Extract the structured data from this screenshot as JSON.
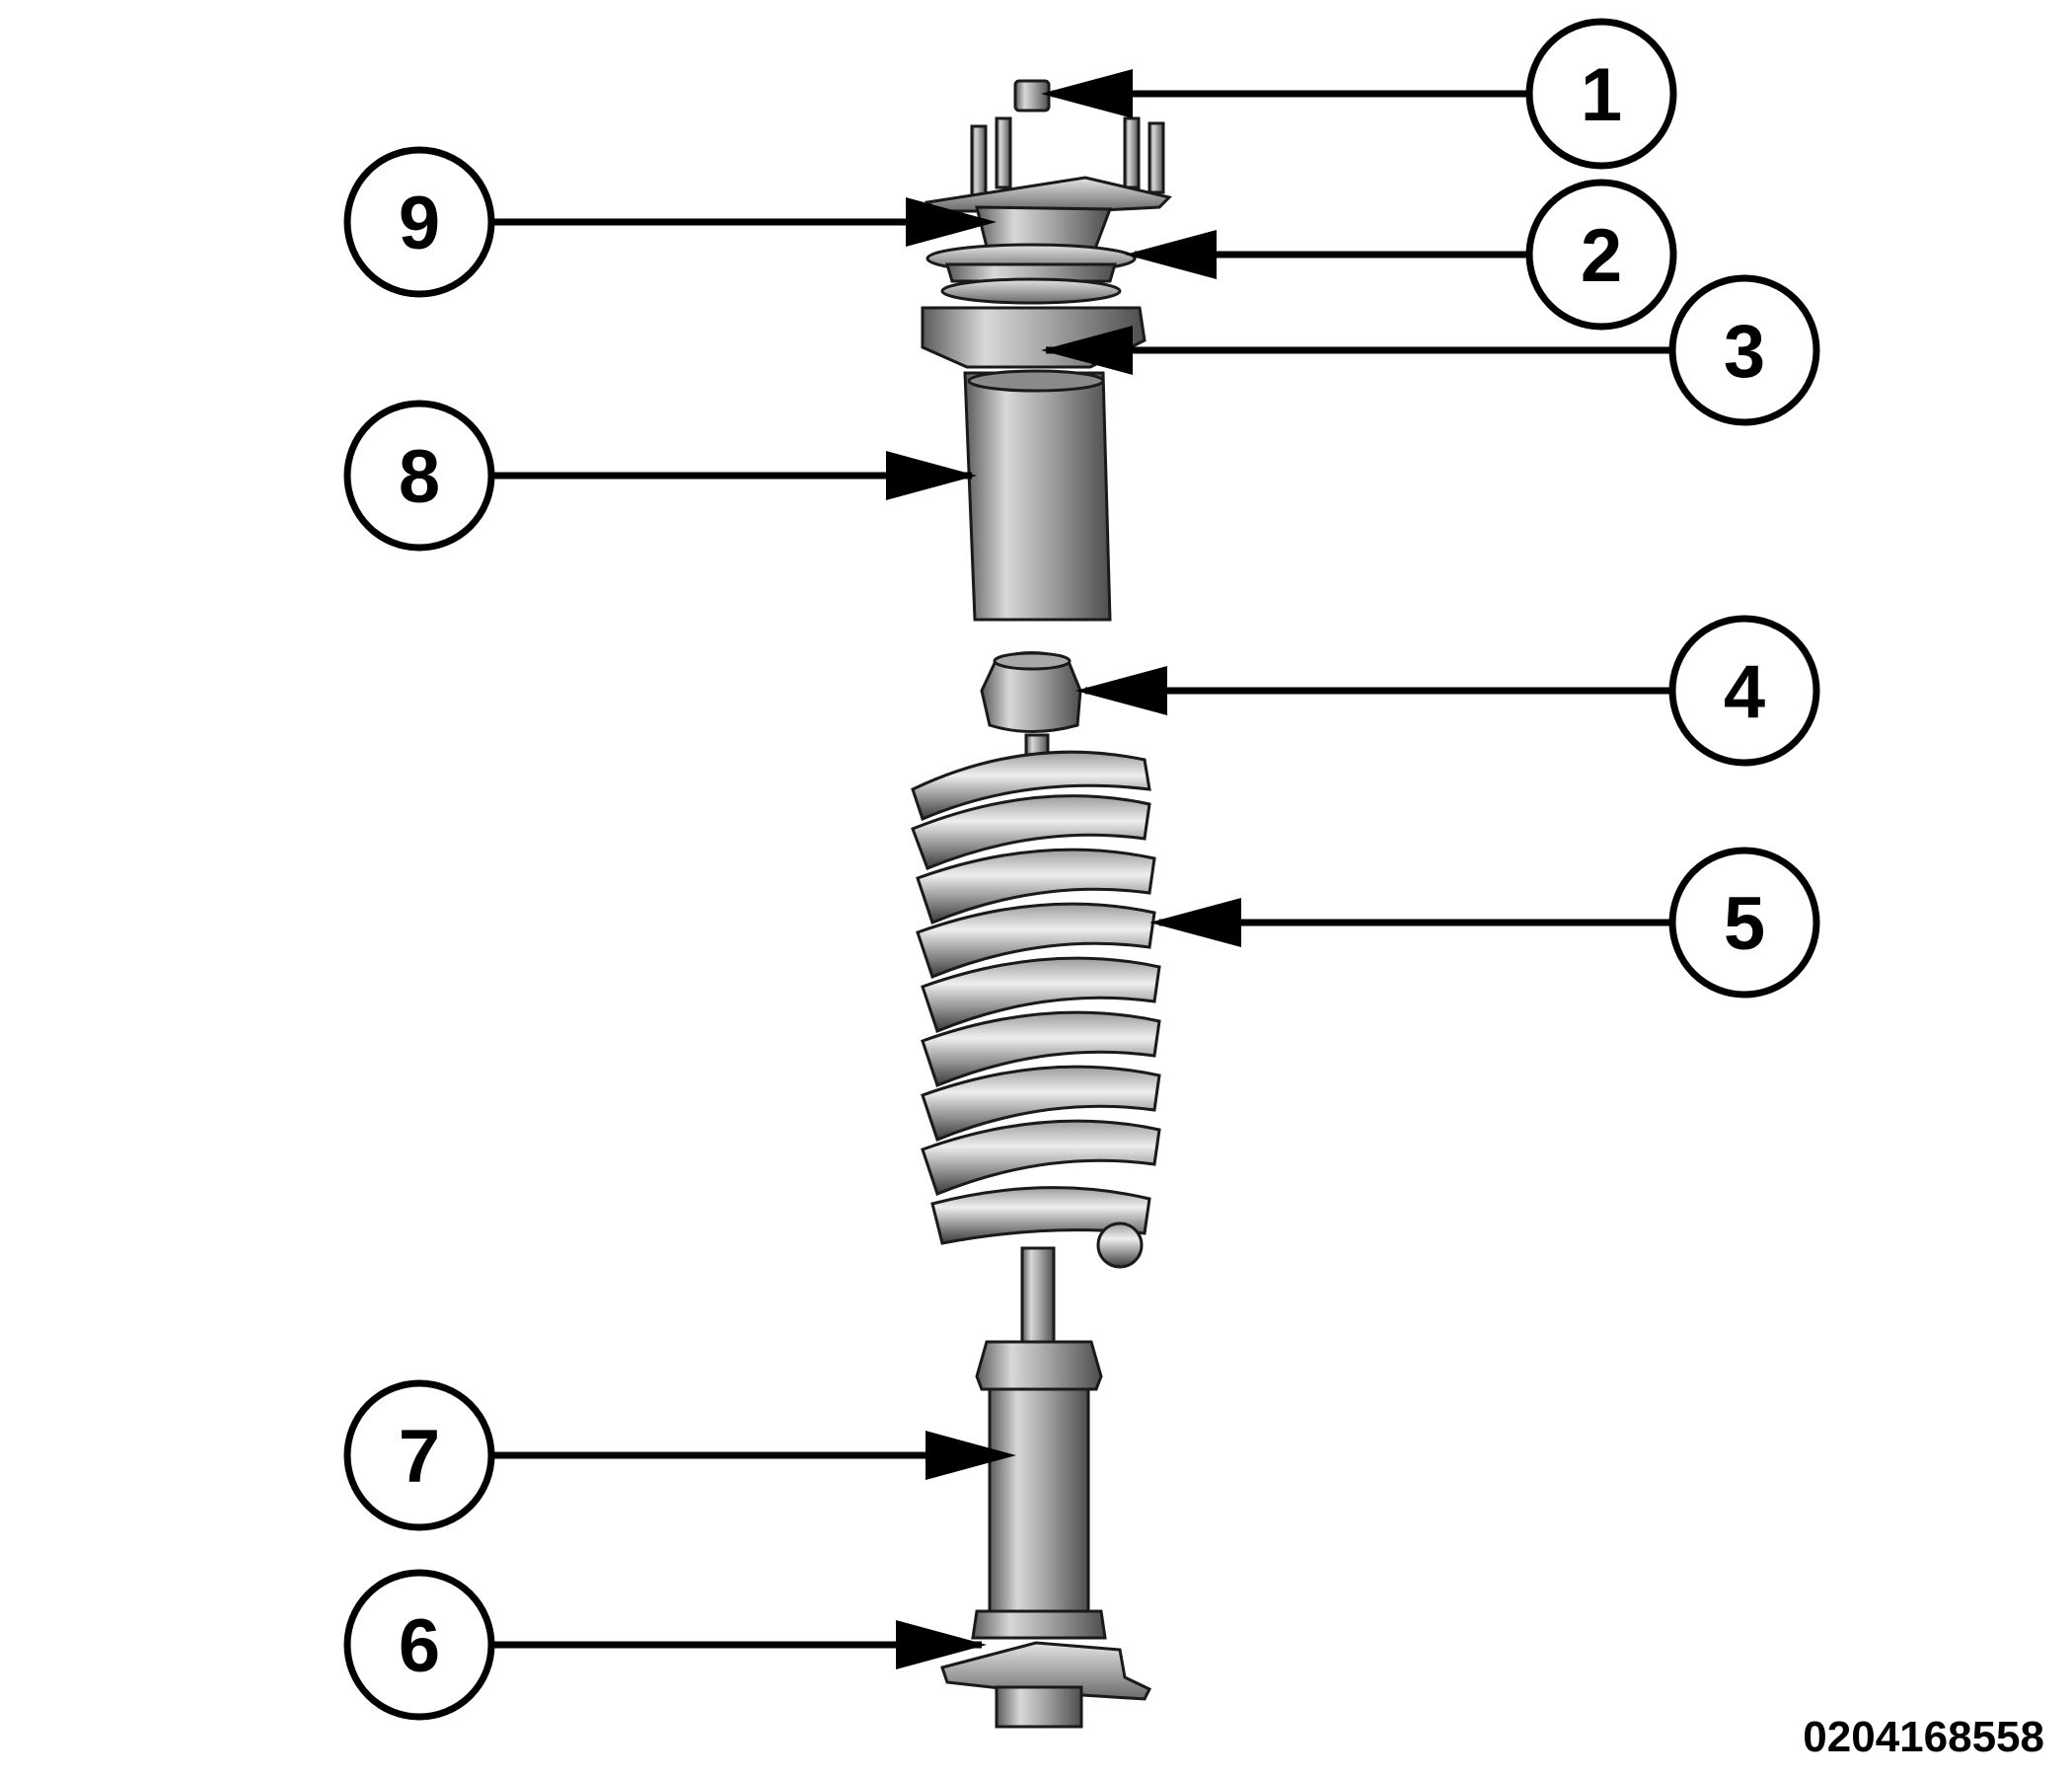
{
  "figure_id": "0204168558",
  "callouts": [
    {
      "number": "1"
    },
    {
      "number": "2"
    },
    {
      "number": "3"
    },
    {
      "number": "4"
    },
    {
      "number": "5"
    },
    {
      "number": "6"
    },
    {
      "number": "7"
    },
    {
      "number": "8"
    },
    {
      "number": "9"
    }
  ],
  "colors": {
    "line": "#000000",
    "metal_light": "#d6d6d6",
    "metal_mid": "#9a9a9a",
    "metal_dark": "#4a4a4a"
  }
}
